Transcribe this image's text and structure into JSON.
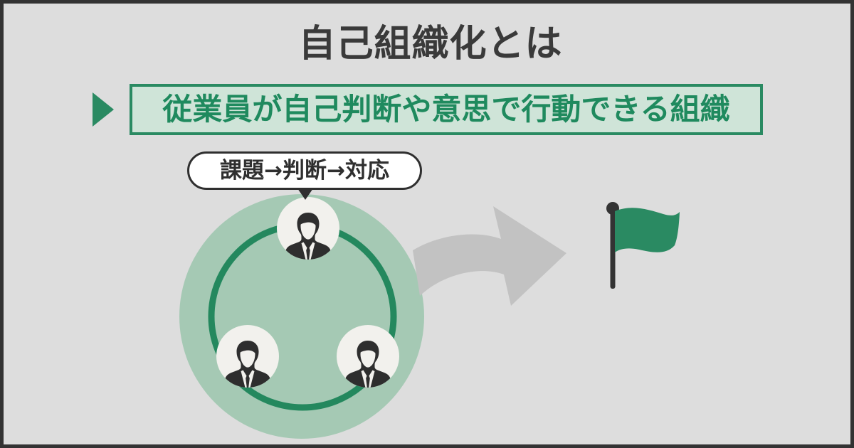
{
  "page": {
    "title": "自己組織化とは",
    "background_color": "#dddddd",
    "border_color": "#333333"
  },
  "banner": {
    "marker_icon": "triangle-right-icon",
    "text": "従業員が自己判断や意思で行動できる組織",
    "fill_color": "#cfe4d8",
    "border_color": "#2a8a62",
    "text_color": "#1f8a5e"
  },
  "callout": {
    "text": "課題→判断→対応",
    "fill_color": "#ffffff",
    "border_color": "#2f2f2f",
    "text_color": "#2f2f2f"
  },
  "diagram": {
    "disc_color": "#a5c9b4",
    "ring_color": "#24885e",
    "avatar_bg_color": "#f2f1ed",
    "avatar_figure_color": "#2e2e2e",
    "people": [
      {
        "position": "top",
        "icon": "person-businessman-icon"
      },
      {
        "position": "bottom-left",
        "icon": "person-businessman-icon"
      },
      {
        "position": "bottom-right",
        "icon": "person-businessman-icon"
      }
    ]
  },
  "arrow": {
    "icon": "curved-arrow-right-icon",
    "color": "#c2c2c2"
  },
  "flag": {
    "icon": "goal-flag-icon",
    "flag_color": "#2a8a62",
    "pole_color": "#333333"
  }
}
